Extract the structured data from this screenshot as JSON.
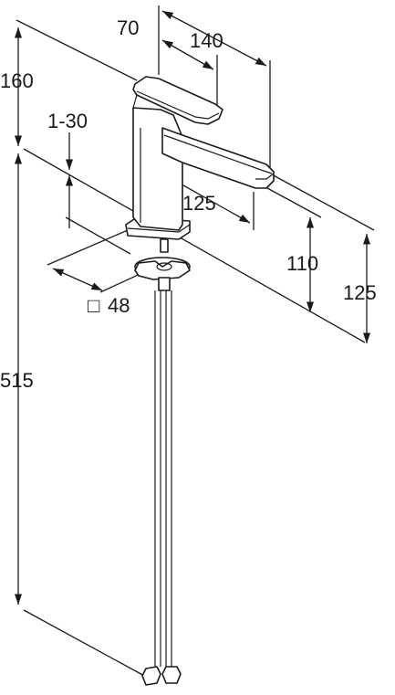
{
  "dimensions": {
    "lever_length": "70",
    "overall_depth": "140",
    "spout_height_top": "160",
    "deck_thickness": "1-30",
    "spout_reach": "125",
    "spout_outlet_height": "110",
    "overall_height_right": "125",
    "overall_height_left": "515",
    "base_size": "48"
  },
  "symbols": {
    "square": "□"
  },
  "colors": {
    "line": "#1a1a1a",
    "background": "#ffffff"
  }
}
